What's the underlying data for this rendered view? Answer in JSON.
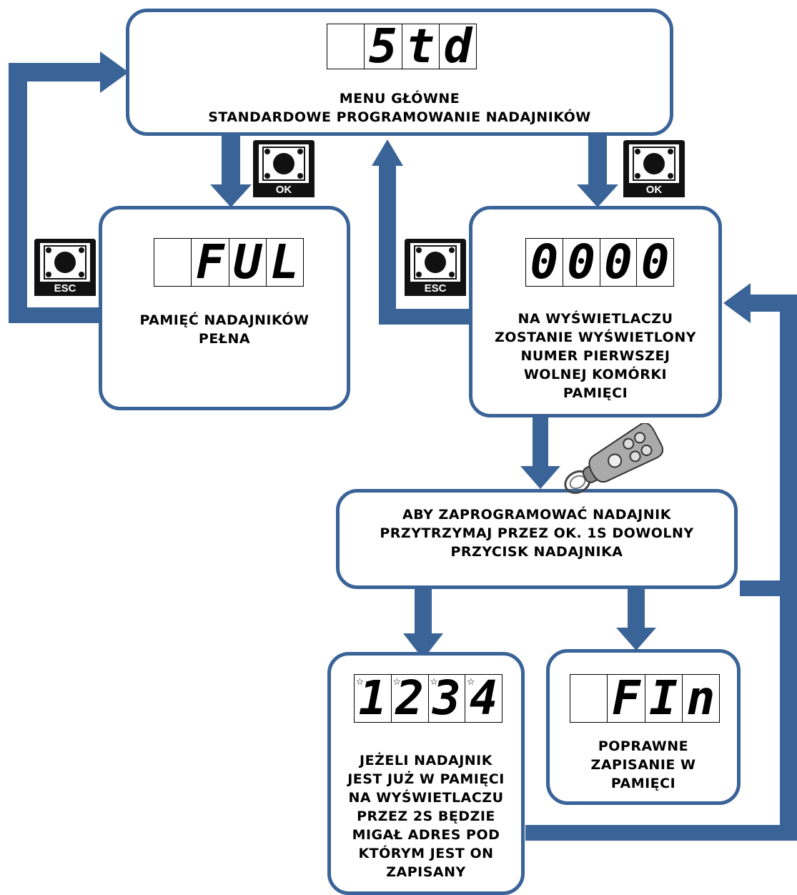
{
  "colors": {
    "arrow": "#3a6398",
    "box_border": "#3a6398"
  },
  "main_menu": {
    "display": [
      "",
      "5",
      "t",
      "d"
    ],
    "label": "MENU GŁÓWNE\nSTANDARDOWE PROGRAMOWANIE NADAJNIKÓW"
  },
  "memory_full": {
    "display": [
      "",
      "F",
      "U",
      "L"
    ],
    "label": "PAMIĘĆ NADAJNIKÓW\nPEŁNA"
  },
  "free_cell": {
    "display": [
      "0",
      "0",
      "0",
      "0"
    ],
    "label": "NA WYŚWIETLACZU\nZOSTANIE WYŚWIETLONY\nNUMER PIERWSZEJ\nWOLNEJ KOMÓRKI\nPAMIĘCI"
  },
  "program_step": {
    "label": "ABY ZAPROGRAMOWAĆ NADAJNIK\nPRZYTRZYMAJ PRZEZ OK. 1S DOWOLNY\nPRZYCISK NADAJNIKA"
  },
  "already_stored": {
    "display": [
      "1",
      "2",
      "3",
      "4"
    ],
    "star": "☆",
    "label": "JEŻELI NADAJNIK\nJEST JUŻ W PAMIĘCI\nNA WYŚWIETLACZU\nPRZEZ 2S BĘDZIE\nMIGAŁ ADRES POD\nKTÓRYM JEST ON\nZAPISANY"
  },
  "saved_ok": {
    "display": [
      "",
      "F",
      "I",
      "n"
    ],
    "label": "POPRAWNE\nZAPISANIE W\nPAMIĘCI"
  },
  "buttons": {
    "ok_label": "OK",
    "esc_label": "ESC",
    "button_icon": "push-button-icon",
    "remote_icon": "remote-control-icon"
  }
}
